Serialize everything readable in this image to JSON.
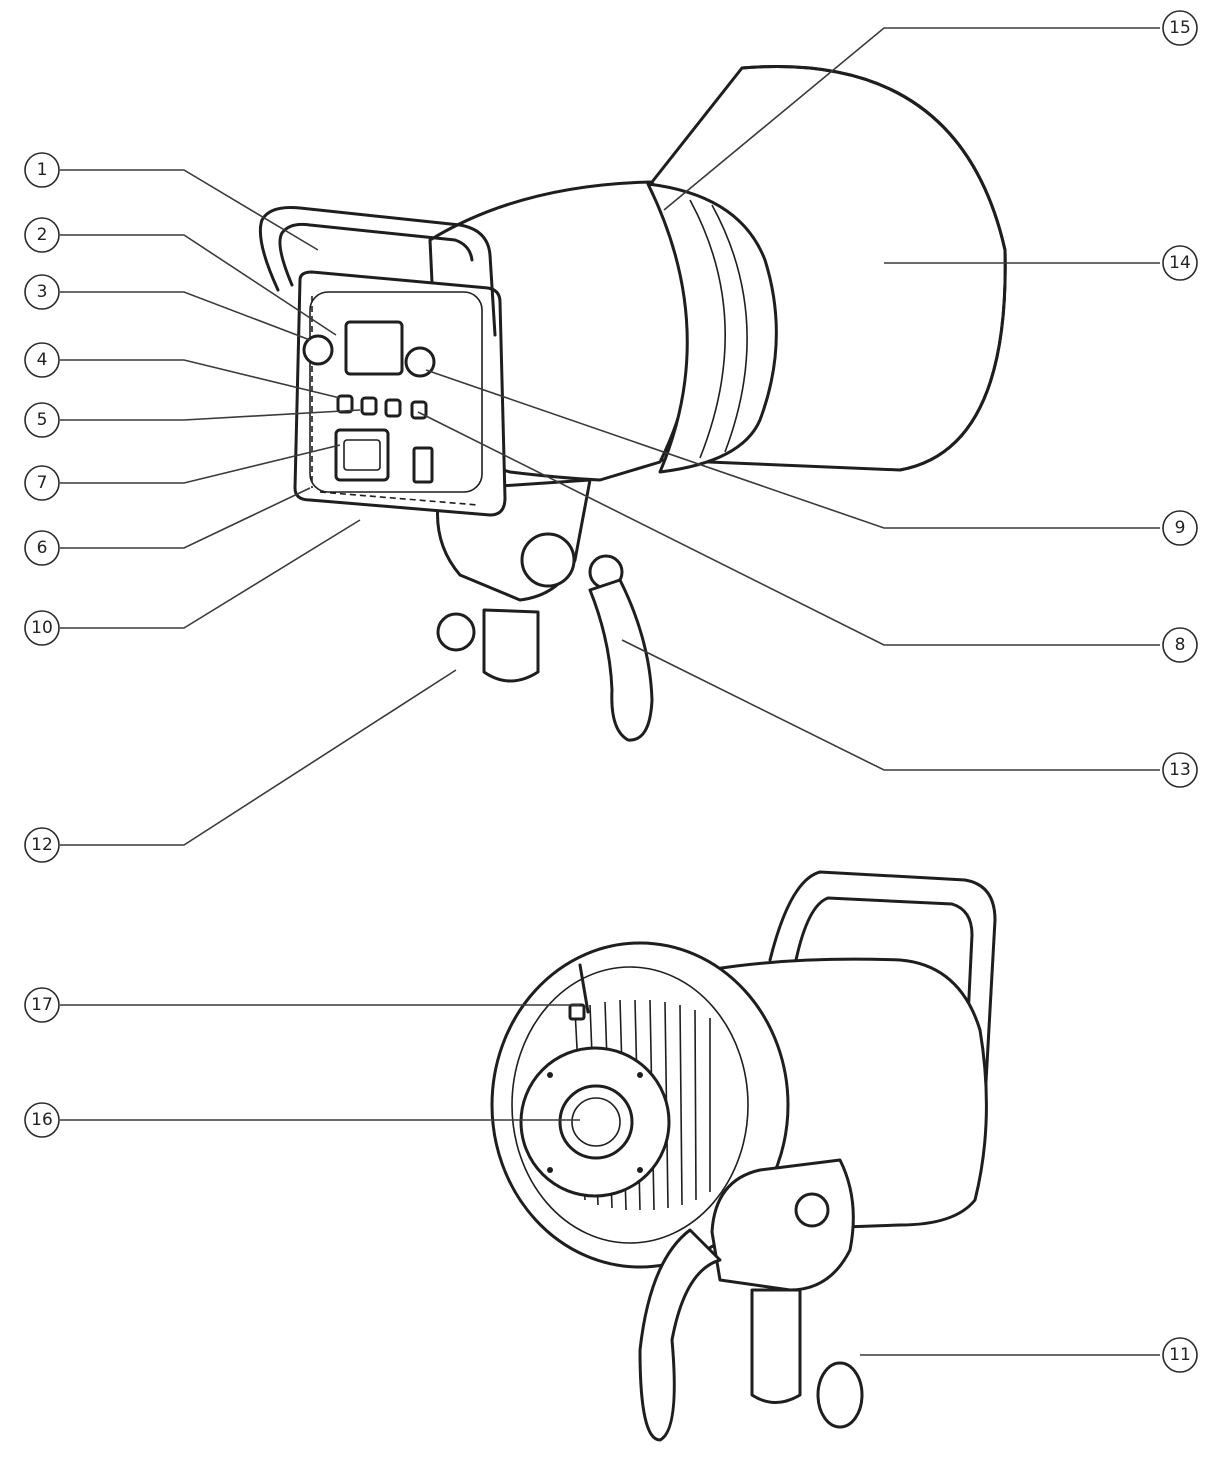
{
  "callouts": [
    {
      "id": "1",
      "label": "1"
    },
    {
      "id": "2",
      "label": "2"
    },
    {
      "id": "3",
      "label": "3"
    },
    {
      "id": "4",
      "label": "4"
    },
    {
      "id": "5",
      "label": "5"
    },
    {
      "id": "7",
      "label": "7"
    },
    {
      "id": "6",
      "label": "6"
    },
    {
      "id": "10",
      "label": "10"
    },
    {
      "id": "12",
      "label": "12"
    },
    {
      "id": "15",
      "label": "15"
    },
    {
      "id": "14",
      "label": "14"
    },
    {
      "id": "9",
      "label": "9"
    },
    {
      "id": "8",
      "label": "8"
    },
    {
      "id": "13",
      "label": "13"
    },
    {
      "id": "17",
      "label": "17"
    },
    {
      "id": "16",
      "label": "16"
    },
    {
      "id": "11",
      "label": "11"
    }
  ]
}
